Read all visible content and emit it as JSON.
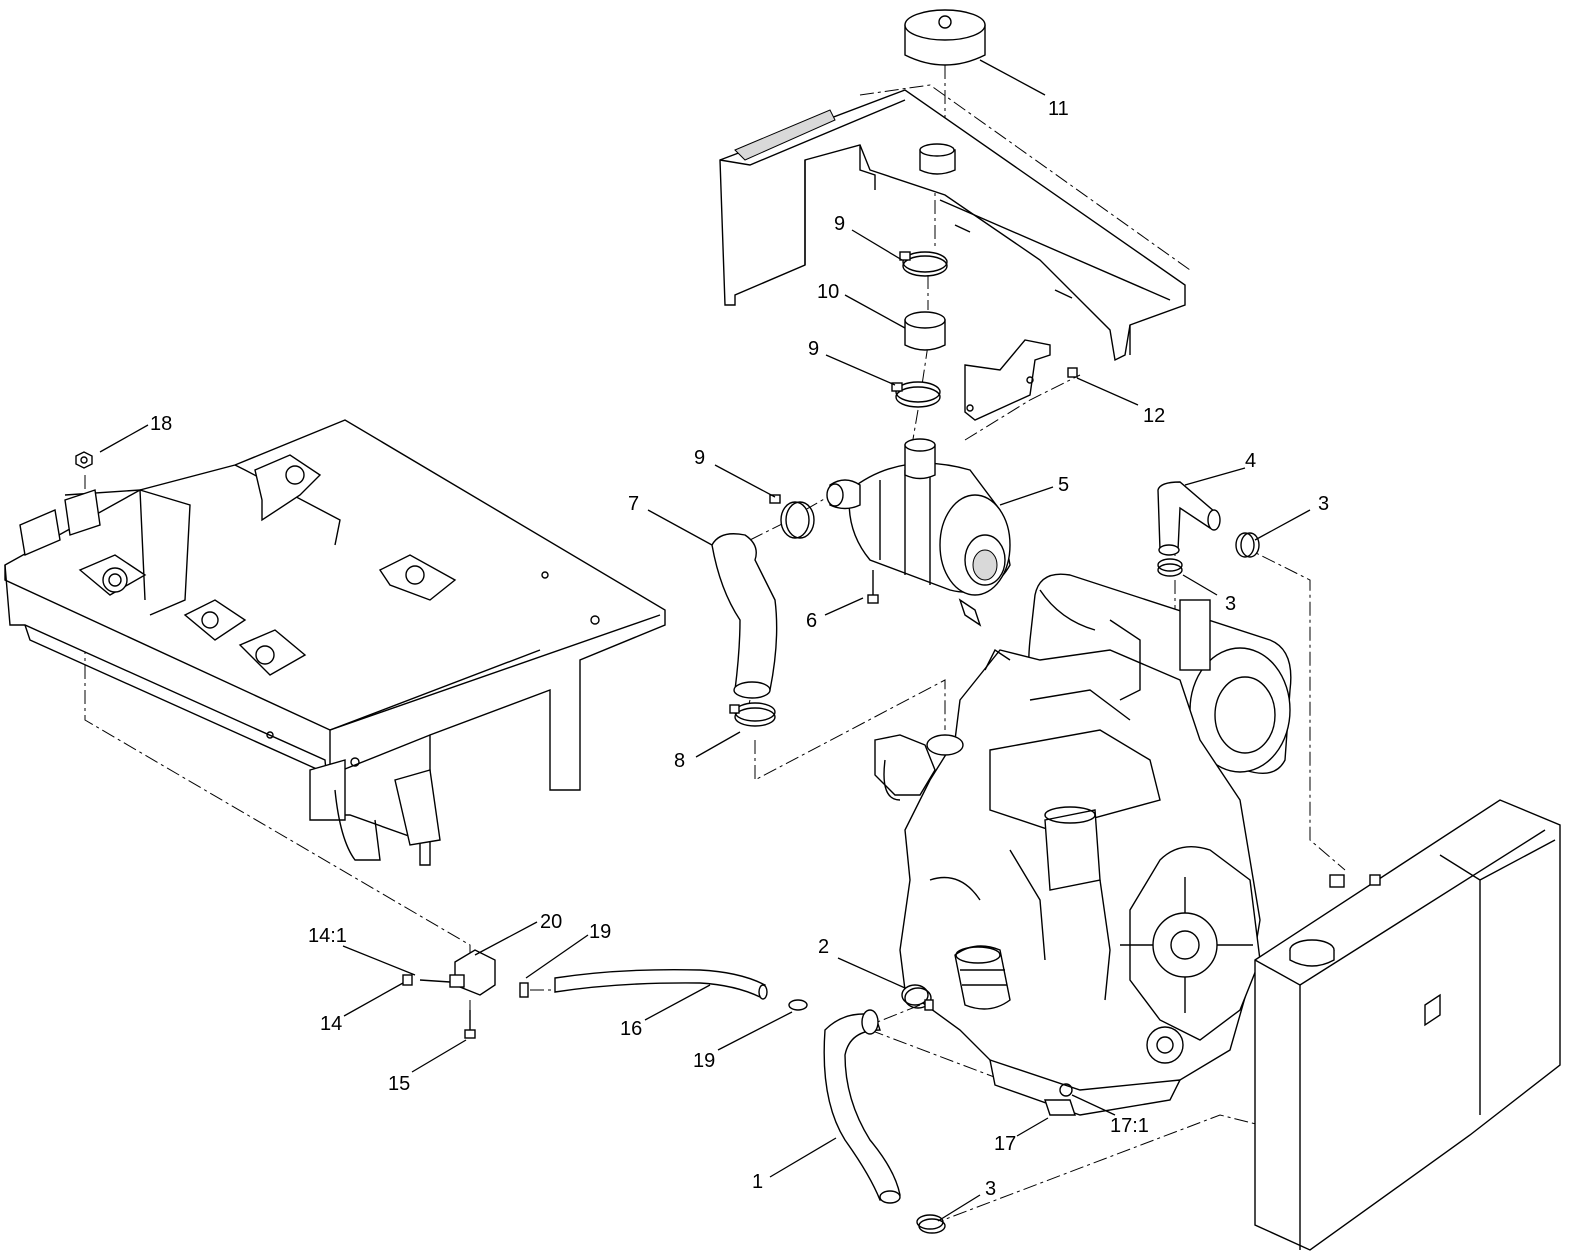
{
  "callouts": {
    "c1": "1",
    "c2": "2",
    "c3a": "3",
    "c3b": "3",
    "c3c": "3",
    "c4": "4",
    "c5": "5",
    "c6": "6",
    "c7": "7",
    "c8": "8",
    "c9a": "9",
    "c9b": "9",
    "c9c": "9",
    "c10": "10",
    "c11": "11",
    "c12": "12",
    "c14": "14",
    "c14_1": "14:1",
    "c15": "15",
    "c16": "16",
    "c17": "17",
    "c17_1": "17:1",
    "c18": "18",
    "c19a": "19",
    "c19b": "19",
    "c20": "20"
  }
}
